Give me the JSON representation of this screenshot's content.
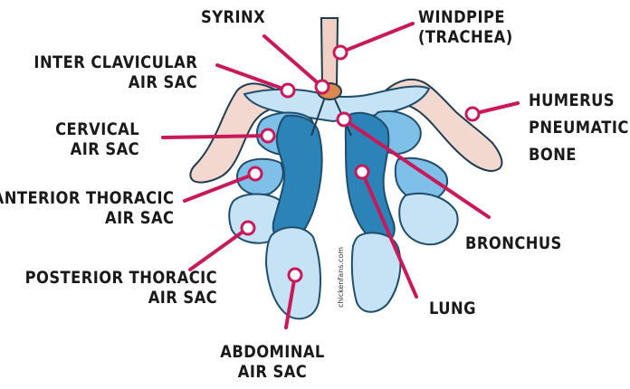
{
  "labels": {
    "syrinx": "SYRINX",
    "windpipe_1": "WINDPIPE",
    "windpipe_2": "(TRACHEA)",
    "inter_1": "INTER CLAVICULAR",
    "inter_2": "AIR SAC",
    "cervical_1": "CERVICAL",
    "cervical_2": "AIR SAC",
    "anterior_1": "ANTERIOR THORACIC",
    "anterior_2": "AIR SAC",
    "posterior_1": "POSTERIOR THORACIC",
    "posterior_2": "AIR SAC",
    "abdominal_1": "ABDOMINAL",
    "abdominal_2": "AIR SAC",
    "humerus_1": "HUMERUS",
    "humerus_2": "PNEUMATIC",
    "humerus_3": "BONE",
    "bronchus": "BRONCHUS",
    "lung": "LUNG"
  },
  "watermark": "chickenfans.com",
  "colors": {
    "leader": "#c8195a",
    "lung": "#2b83b8",
    "sac_dark": "#7ec0e8",
    "sac_light": "#c6e3f6",
    "bone": "#f3d8cf",
    "syrinx": "#d9894f",
    "trachea": "#f1d1c6",
    "outline": "#1f4d6b"
  }
}
